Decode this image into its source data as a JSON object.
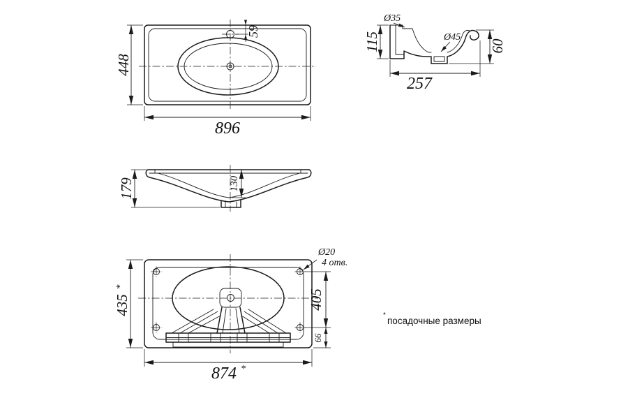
{
  "top_view": {
    "width": "896",
    "height": "448",
    "faucet_offset": "59"
  },
  "side_view": {
    "depth": "257",
    "back_height": "115",
    "front_height": "60",
    "faucet_hole_dia": "Ø35",
    "drain_dia": "Ø45"
  },
  "front_view": {
    "height": "179",
    "bowl_depth": "130"
  },
  "bottom_view": {
    "width": "874",
    "height": "435",
    "star": "*",
    "hole_spacing": "405",
    "bottom_offset": "66",
    "hole_dia": "Ø20",
    "hole_count_note": "4 отв."
  },
  "footnote": {
    "star": "*",
    "text": "посадочные размеры"
  },
  "colors": {
    "line": "#1b1b1b",
    "background": "#ffffff"
  }
}
